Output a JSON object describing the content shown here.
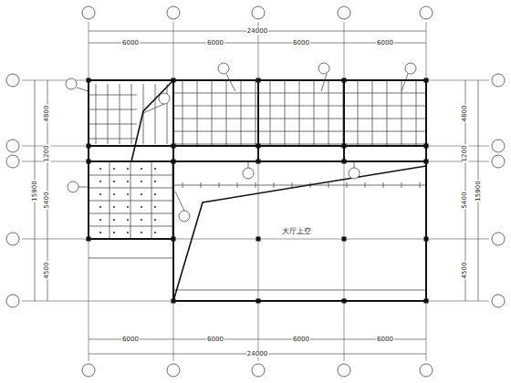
{
  "diagram": {
    "labels": [
      "24000",
      "6000",
      "6000",
      "6000",
      "6000",
      "4800",
      "1200",
      "5400",
      "4500",
      "15900",
      "4800",
      "1200",
      "5400",
      "4500",
      "15900",
      "大厅上空",
      "6000",
      "6000",
      "6000",
      "6000",
      "24000"
    ]
  }
}
